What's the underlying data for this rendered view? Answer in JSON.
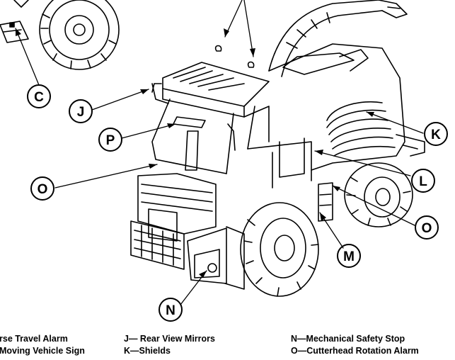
{
  "callouts": [
    {
      "letter": "C"
    },
    {
      "letter": "J"
    },
    {
      "letter": "P"
    },
    {
      "letter": "O"
    },
    {
      "letter": "K"
    },
    {
      "letter": "L"
    },
    {
      "letter": "O"
    },
    {
      "letter": "M"
    },
    {
      "letter": "N"
    }
  ],
  "legend": {
    "col1": [
      "rse Travel Alarm",
      "Moving Vehicle Sign"
    ],
    "col2": [
      "J— Rear View Mirrors",
      "K—Shields"
    ],
    "col3": [
      "N—Mechanical Safety Stop",
      "O—Cutterhead Rotation Alarm"
    ]
  }
}
